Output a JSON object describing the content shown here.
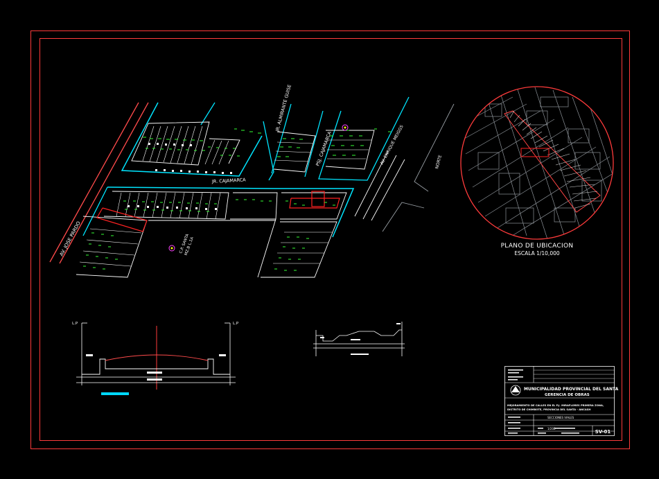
{
  "streets": {
    "av_jose_pardo": "AV. JOSE PARDO",
    "jr_almirante_guise": "JR. ALMIRANTE GUISE",
    "jr_cajamarca_top": "JR. CAJAMARCA",
    "psj_cajamarca": "PSJ. CAJAMARCA",
    "av_enrique_meiggs": "AV. ENRIQUE MEIGGS",
    "norte_label": "NORTE"
  },
  "area_label": {
    "line1": "C.P. SANTA",
    "line2": "MZ.B  L.1A"
  },
  "location_plan": {
    "title": "PLANO DE UBICACION",
    "scale": "ESCALA  1/10,000"
  },
  "sections": {
    "left_marker": "L.P",
    "right_marker": "L.P"
  },
  "title_block": {
    "org": "MUNICIPALIDAD PROVINCIAL DEL SANTA",
    "dept": "GERENCIA DE OBRAS",
    "project_line1": "MEJORAMIENTO DE CALLES EN EL P.J. MIRAFLORES PRIMERA ZONA,",
    "project_line2": "DISTRITO DE CHIMBOTE, PROVINCIA DEL SANTA - ANCASH",
    "drawing_name": "SECCIONES VIALES",
    "scale": "1/200",
    "sheet": "SV-01"
  },
  "colors": {
    "frame": "#ff3b3b",
    "road": "#00e5ff",
    "lots": "#ffffff",
    "labels": "#33ff33",
    "highlight": "#ff2222",
    "section_accent": "#00d8ff"
  }
}
